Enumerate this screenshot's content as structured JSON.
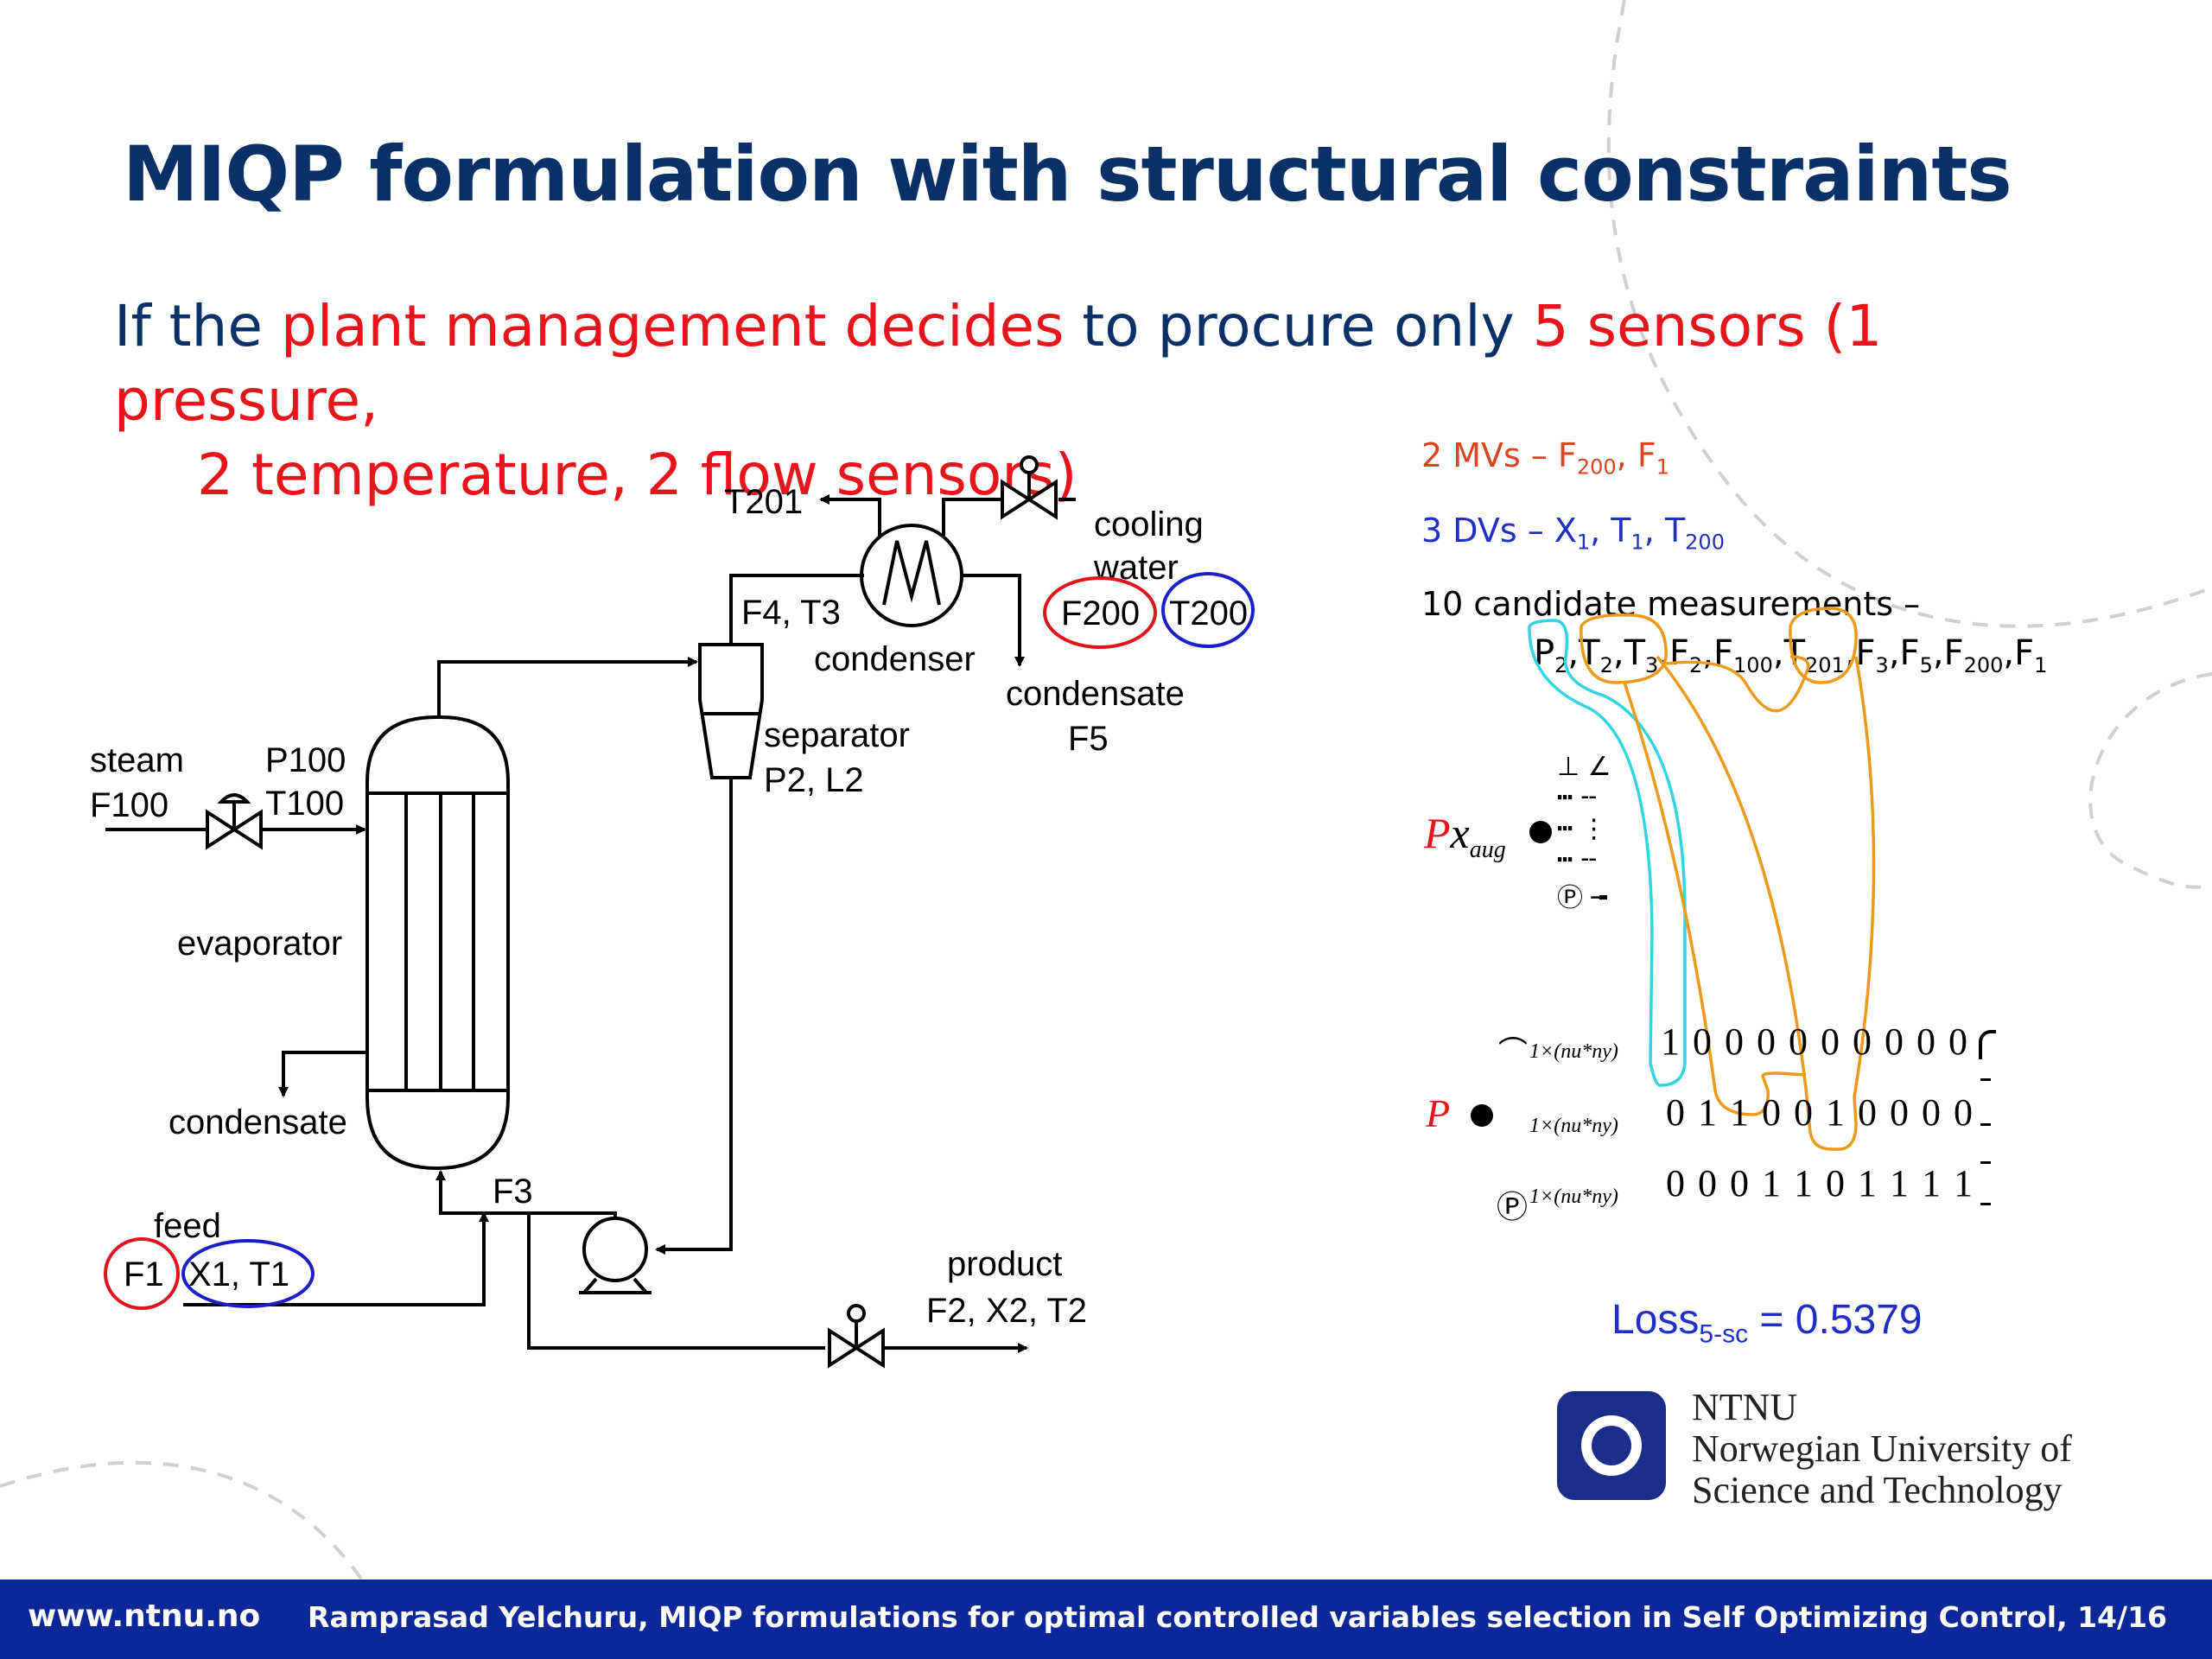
{
  "slide": {
    "title": "MIQP formulation with structural constraints",
    "intro": {
      "p1": "If the ",
      "p2": "plant management decides",
      "p3": " to procure only ",
      "p4": "5 sensors (1 pressure,",
      "p5": "2 temperature, 2 flow sensors)"
    }
  },
  "diagram": {
    "steam": "steam",
    "f100": "F100",
    "p100": "P100",
    "t100": "T100",
    "evaporator": "evaporator",
    "condensate_left": "condensate",
    "feed": "feed",
    "f1": "F1",
    "x1t1": "X1, T1",
    "f3": "F3",
    "product": "product",
    "product_vars": "F2, X2, T2",
    "separator": "separator",
    "separator_vars": "P2, L2",
    "f4t3": "F4, T3",
    "condenser": "condenser",
    "t201": "T201",
    "cooling": "cooling",
    "water": "water",
    "f200": "F200",
    "t200": "T200",
    "condensate_right": "condensate",
    "f5": "F5"
  },
  "info": {
    "mvs_prefix": "2 MVs – F",
    "mvs_s1": "200",
    "mvs_mid": ", F",
    "mvs_s2": "1",
    "dvs_prefix": "3 DVs – X",
    "dvs_s1": "1",
    "dvs_mid1": ", T",
    "dvs_s2": "1",
    "dvs_mid2": ", T",
    "dvs_s3": "200",
    "candidates": "10 candidate measurements –",
    "measurements": [
      {
        "v": "P",
        "s": "2"
      },
      {
        "v": "T",
        "s": "2"
      },
      {
        "v": "T",
        "s": "3"
      },
      {
        "v": "F",
        "s": "2"
      },
      {
        "v": "F",
        "s": "100"
      },
      {
        "v": "T",
        "s": "201"
      },
      {
        "v": "F",
        "s": "3"
      },
      {
        "v": "F",
        "s": "5"
      },
      {
        "v": "F",
        "s": "200"
      },
      {
        "v": "F",
        "s": "1"
      }
    ]
  },
  "equation": {
    "lhs_p": "P",
    "lhs_x": "x",
    "lhs_sub": "aug",
    "lhs2": "P",
    "row_sub": "1×(nu*ny)",
    "row1": "1 0 0 0 0 0 0 0 0 0",
    "row2": "0 1 1 0 0 1 0 0 0 0",
    "row3": "0 0 0 1 1  0 1 1 1 1",
    "glyph_rows": [
      "⊥ ∠",
      "┅ ╌",
      "┅ ⋮",
      "┅ ╌",
      "Ⓟ ╼"
    ]
  },
  "loss": {
    "label": "Loss",
    "sub": "5-sc",
    "value": " = 0.5379"
  },
  "logo": {
    "l1": "NTNU",
    "l2": "Norwegian University of",
    "l3": "Science and Technology"
  },
  "footer": {
    "url": "www.ntnu.no",
    "credit": "Ramprasad Yelchuru, MIQP formulations for optimal controlled variables selection in Self Optimizing Control, 14/16"
  },
  "colors": {
    "title": "#0a3068",
    "emphasis": "#e8141b",
    "mv": "#d9441e",
    "dv": "#1f2fc4",
    "highlight_cyan": "#33d6e0",
    "highlight_orange": "#eb9a1a",
    "circle_red": "#e0141b",
    "circle_blue": "#1a1fc8",
    "footer": "#0c2898"
  }
}
